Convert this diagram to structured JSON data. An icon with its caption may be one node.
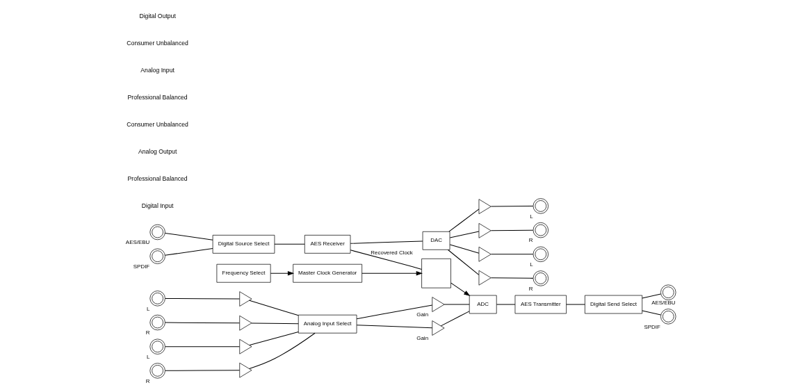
{
  "diagram": {
    "nodes": [
      {
        "text": [],
        "shape": "circle",
        "beside": [
          "AES/EBU"
        ]
      },
      {
        "text": [],
        "shape": "circle",
        "beside": [
          "SPDIF"
        ]
      },
      {
        "text": [
          "Digital Source Select"
        ]
      },
      {
        "text": [
          "AES Receiver"
        ]
      },
      {
        "text": [
          "DAC"
        ]
      },
      {
        "text": [],
        "shape": "triangle"
      },
      {
        "text": [],
        "shape": "triangle"
      },
      {
        "text": [],
        "shape": "triangle"
      },
      {
        "text": [],
        "shape": "triangle"
      },
      {
        "text": [],
        "shape": "circle",
        "beside": [
          "L"
        ]
      },
      {
        "text": [],
        "shape": "circle",
        "beside": [
          "R"
        ]
      },
      {
        "text": [],
        "shape": "circle",
        "beside": [
          "L"
        ]
      },
      {
        "text": [],
        "shape": "circle",
        "beside": [
          "R"
        ]
      },
      {
        "text": [],
        "shape": "box"
      },
      {
        "text": [
          "Master Clock Generator"
        ]
      },
      {
        "text": [
          "Frequency Select"
        ]
      },
      {
        "text": [
          "ADC"
        ]
      },
      {
        "text": [
          "AES Transmitter"
        ]
      },
      {
        "text": [
          "Digital Send Select"
        ]
      },
      {
        "text": [],
        "shape": "circle",
        "beside": [
          "AES/EBU"
        ]
      },
      {
        "text": [],
        "shape": "circle",
        "beside": [
          "SPDIF"
        ]
      },
      {
        "text": [
          "Analog Input Select"
        ]
      },
      {
        "text": [],
        "shape": "circle",
        "beside": [
          "L"
        ]
      },
      {
        "text": [],
        "shape": "circle",
        "beside": [
          "R"
        ]
      },
      {
        "text": [],
        "shape": "circle",
        "beside": [
          "L"
        ]
      },
      {
        "text": [],
        "shape": "circle",
        "beside": [
          "R"
        ]
      },
      {
        "text": [],
        "shape": "triangle"
      },
      {
        "text": [],
        "shape": "triangle"
      },
      {
        "text": [],
        "shape": "triangle"
      },
      {
        "text": [],
        "shape": "triangle"
      },
      {
        "text": [],
        "shape": "triangle",
        "beside": [
          "Gain"
        ]
      },
      {
        "text": [],
        "shape": "triangle",
        "beside": [
          "Gain"
        ]
      }
    ],
    "edges": [
      {
        "from": 0,
        "to": 2,
        "arrow": "none"
      },
      {
        "from": 1,
        "to": 2,
        "arrow": "none"
      },
      {
        "from": 2,
        "to": 3,
        "arrow": "none"
      },
      {
        "from": 3,
        "to": 4,
        "arrow": "none"
      },
      {
        "from": 4,
        "to": 5,
        "arrow": "none"
      },
      {
        "from": 4,
        "to": 6,
        "arrow": "none"
      },
      {
        "from": 4,
        "to": 7,
        "arrow": "none"
      },
      {
        "from": 4,
        "to": 8,
        "arrow": "none"
      },
      {
        "from": 5,
        "to": 9,
        "arrow": "none"
      },
      {
        "from": 6,
        "to": 10,
        "arrow": "none"
      },
      {
        "from": 7,
        "to": 11,
        "arrow": "none"
      },
      {
        "from": 8,
        "to": 12,
        "arrow": "none"
      },
      {
        "from": 3,
        "to": 13,
        "arrow": "none",
        "label": "Recovered Clock"
      },
      {
        "from": 14,
        "to": 13,
        "arrow": "to"
      },
      {
        "from": 15,
        "to": 14,
        "arrow": "to"
      },
      {
        "from": 13,
        "to": 16,
        "arrow": "to"
      },
      {
        "from": 22,
        "to": 26,
        "arrow": "none"
      },
      {
        "from": 23,
        "to": 27,
        "arrow": "none"
      },
      {
        "from": 24,
        "to": 28,
        "arrow": "none"
      },
      {
        "from": 25,
        "to": 29,
        "arrow": "none"
      },
      {
        "from": 26,
        "to": 21,
        "arrow": "none"
      },
      {
        "from": 27,
        "to": 21,
        "arrow": "none"
      },
      {
        "from": 28,
        "to": 21,
        "arrow": "none"
      },
      {
        "from": 29,
        "to": 21,
        "arrow": "none"
      },
      {
        "from": 21,
        "to": 30,
        "arrow": "none"
      },
      {
        "from": 21,
        "to": 31,
        "arrow": "none"
      },
      {
        "from": 30,
        "to": 16,
        "arrow": "none"
      },
      {
        "from": 31,
        "to": 16,
        "arrow": "none"
      },
      {
        "from": 16,
        "to": 17,
        "arrow": "none"
      },
      {
        "from": 17,
        "to": 18,
        "arrow": "none"
      },
      {
        "from": 18,
        "to": 19,
        "arrow": "none"
      },
      {
        "from": 18,
        "to": 20,
        "arrow": "none"
      }
    ],
    "labels": [
      "Digital Input",
      "Professional Balanced",
      "Analog Output",
      "Consumer Unbalanced",
      "Professional Balanced",
      "Analog Input",
      "Consumer Unbalanced",
      "Digital Output"
    ]
  }
}
